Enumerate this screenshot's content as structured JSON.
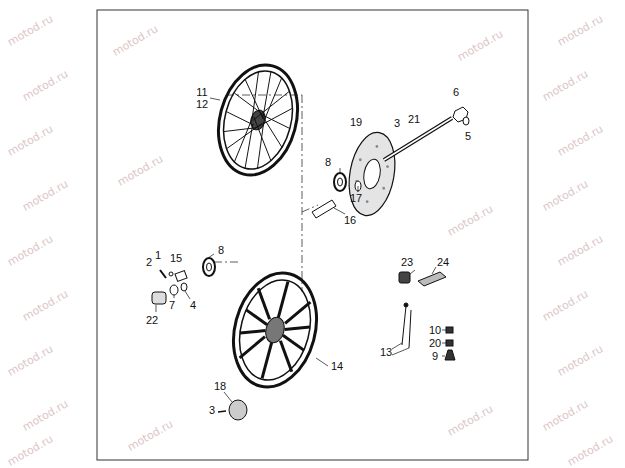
{
  "diagram": {
    "labels": [
      "11",
      "12",
      "6",
      "3",
      "21",
      "5",
      "19",
      "8",
      "17",
      "16",
      "2",
      "1",
      "15",
      "8",
      "22",
      "7",
      "4",
      "23",
      "24",
      "10",
      "20",
      "9",
      "13",
      "14",
      "18",
      "3",
      "motod.ru",
      "motod.ru",
      "motod.ru",
      "motod.ru",
      "motod.ru",
      "motod.ru",
      "motod.ru",
      "motod.ru",
      "motod.ru",
      "motod.ru",
      "motod.ru",
      "motod.ru",
      "motod.ru",
      "motod.ru",
      "motod.ru",
      "motod.ru",
      "motod.ru",
      "motod.ru",
      "motod.ru",
      "motod.ru",
      "motod.ru",
      "motod.ru",
      "motod.ru",
      "motod.ru"
    ]
  }
}
